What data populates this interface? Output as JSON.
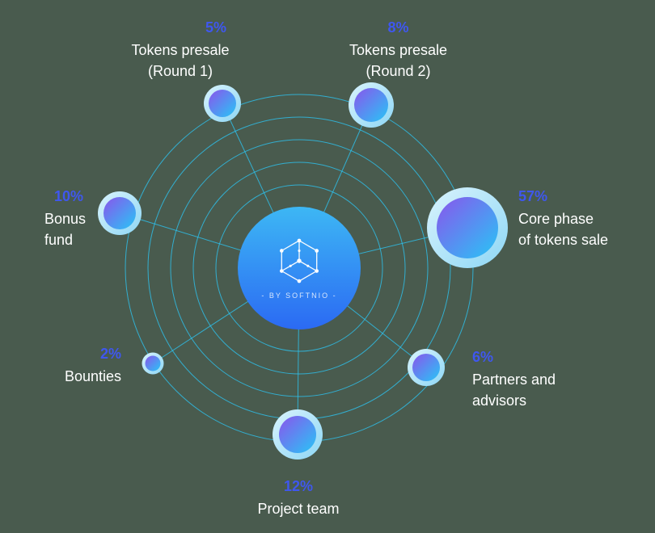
{
  "colors": {
    "bg_color": "#495b4e",
    "orbit_color": "#2dc3f0",
    "percent_color": "#3f57ef",
    "label_color": "#ffffff",
    "node_gradient_start": "#8a55ec",
    "node_gradient_end": "#27c6f6",
    "halo_gradient_start": "#d9f3fd",
    "halo_gradient_end": "#8ed7f5",
    "center_gradient_start": "#3db7f4",
    "center_gradient_end": "#2b6af3"
  },
  "brand": {
    "byline": "- BY SOFTNIO -",
    "icon": "hex-network-icon"
  },
  "nodes": [
    {
      "id": "presale-round-1",
      "pct": "5%",
      "lines": [
        "Tokens presale",
        "(Round 1)"
      ]
    },
    {
      "id": "presale-round-2",
      "pct": "8%",
      "lines": [
        "Tokens presale",
        "(Round 2)"
      ]
    },
    {
      "id": "core-phase",
      "pct": "57%",
      "lines": [
        "Core phase",
        "of tokens sale"
      ]
    },
    {
      "id": "bonus-fund",
      "pct": "10%",
      "lines": [
        "Bonus",
        "fund"
      ]
    },
    {
      "id": "bounties",
      "pct": "2%",
      "lines": [
        "Bounties"
      ]
    },
    {
      "id": "partners",
      "pct": "6%",
      "lines": [
        "Partners and",
        "advisors"
      ]
    },
    {
      "id": "project-team",
      "pct": "12%",
      "lines": [
        "Project team"
      ]
    }
  ],
  "chart_data": {
    "type": "pie",
    "categories": [
      "Tokens presale (Round 1)",
      "Tokens presale (Round 2)",
      "Core phase of tokens sale",
      "Bonus fund",
      "Bounties",
      "Partners and advisors",
      "Project team"
    ],
    "values": [
      5,
      8,
      57,
      10,
      2,
      6,
      12
    ],
    "unit": "%",
    "total": 100,
    "annotations": [
      "- BY SOFTNIO -"
    ],
    "legend": "off",
    "layout_hint": "orbital bubble diagram: gradient bubbles placed on concentric rings around a central brand circle; bubble radius proportional to percentage"
  }
}
